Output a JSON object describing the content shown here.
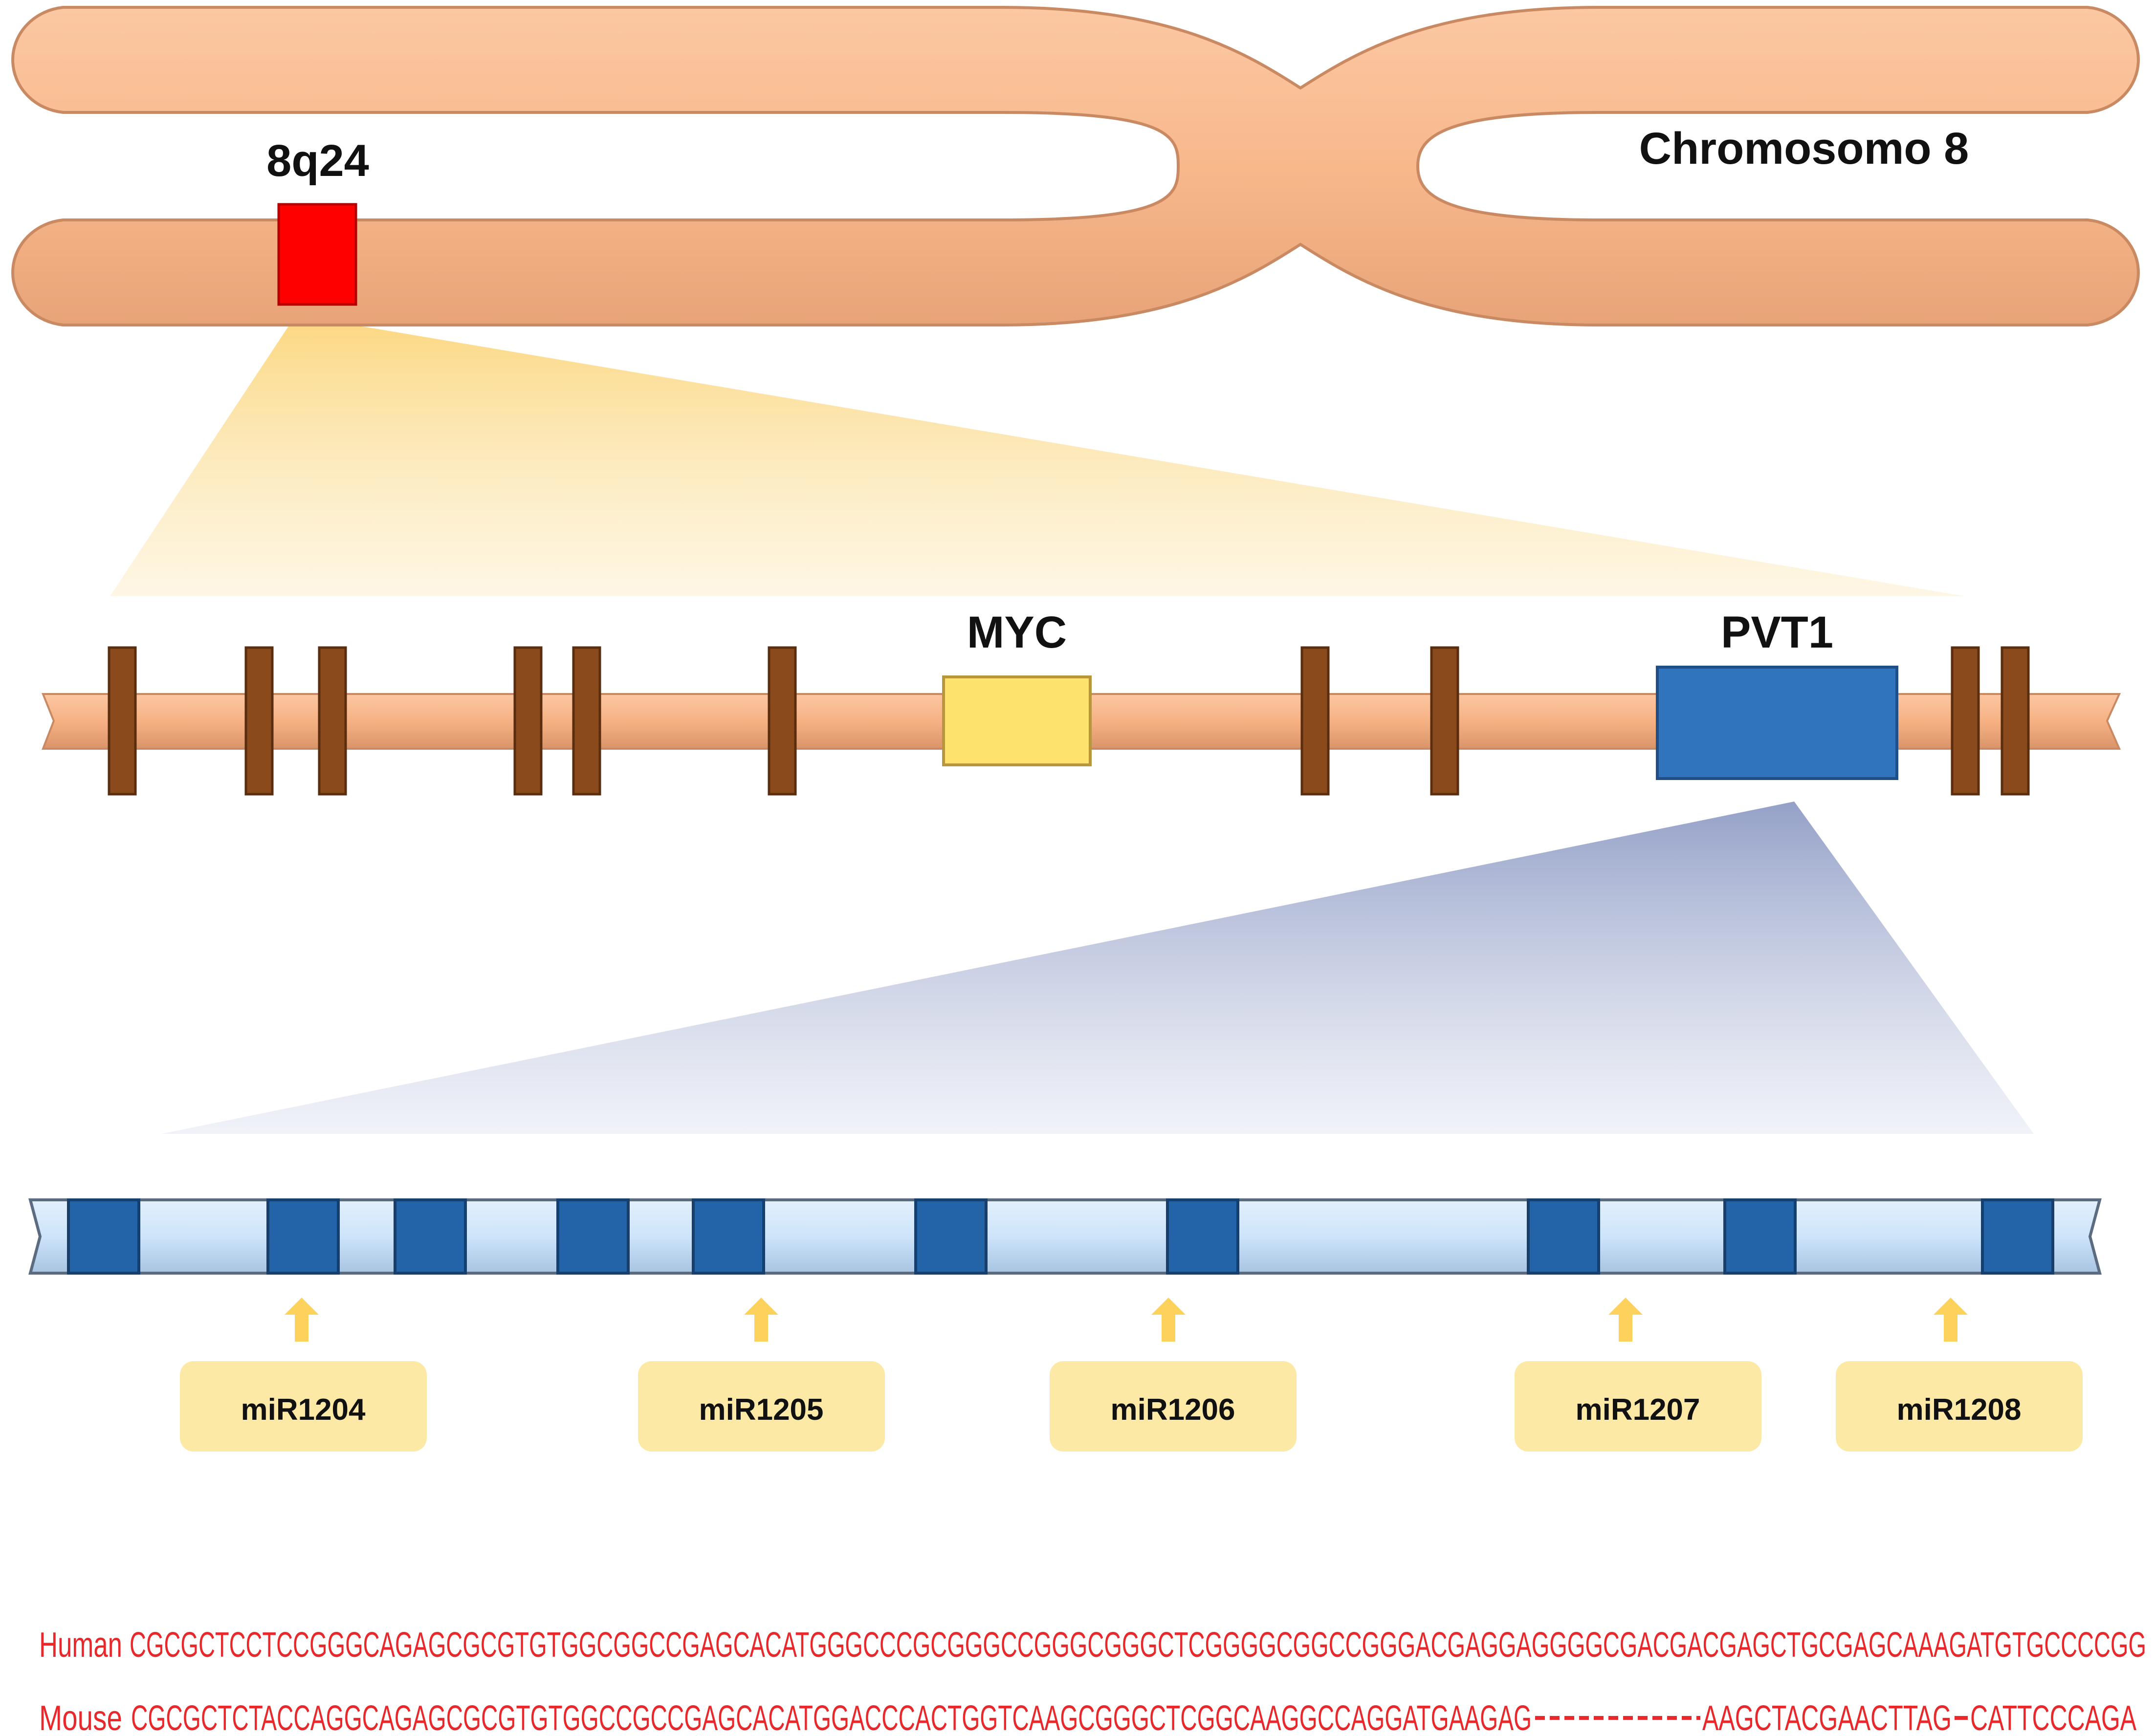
{
  "colors": {
    "chromosome_fill": "#f8b88b",
    "chromosome_stroke": "#c98a63",
    "band_highlight": "#ff0000",
    "region_bar": "#f6b183",
    "marker_brown": "#8b4a1c",
    "myc_yellow": "#fde36e",
    "pvt1_blue": "#2f74bd",
    "mirna_bar": "#cde4fa",
    "mirna_block": "#2363a8",
    "arrow_yellow": "#fcd25d",
    "label_box": "#fde9a6",
    "zoom_gold": "#fbd57a",
    "zoom_slate": "#8e9bc4",
    "sequence_red": "#e8282b"
  },
  "chromosome": {
    "name": "Chromosomo 8",
    "band_label": "8q24"
  },
  "region": {
    "genes": [
      {
        "id": "myc",
        "label": "MYC"
      },
      {
        "id": "pvt1",
        "label": "PVT1"
      }
    ]
  },
  "mirnas": [
    "miR1204",
    "miR1205",
    "miR1206",
    "miR1207",
    "miR1208"
  ],
  "alignment": {
    "human_label": "Human",
    "human_seq": "CGCGCTCCTCCGGGCAGAGCGCGTGTGGCGGCCGAGCACATGGGCCCGCGGGCCGGGCGGGCTCGGGGCGGCCGGGACGAGGAGGGGCGACGACGAGCTGCGAGCAAAGATGTGCCCCGG",
    "mouse_label": "Mouse",
    "mouse_seq_1": "CGCGCTCTACCAGGCAGAGCGCGTGTGGCCGCCGAGCACATGGACCCACTGGTCAAGCGGGCTCGGCAAGGCCAGGATGAAGAG",
    "mouse_seq_2": "AAGCTACGAACTTAG",
    "mouse_seq_3": "CATTCCCAGA"
  }
}
